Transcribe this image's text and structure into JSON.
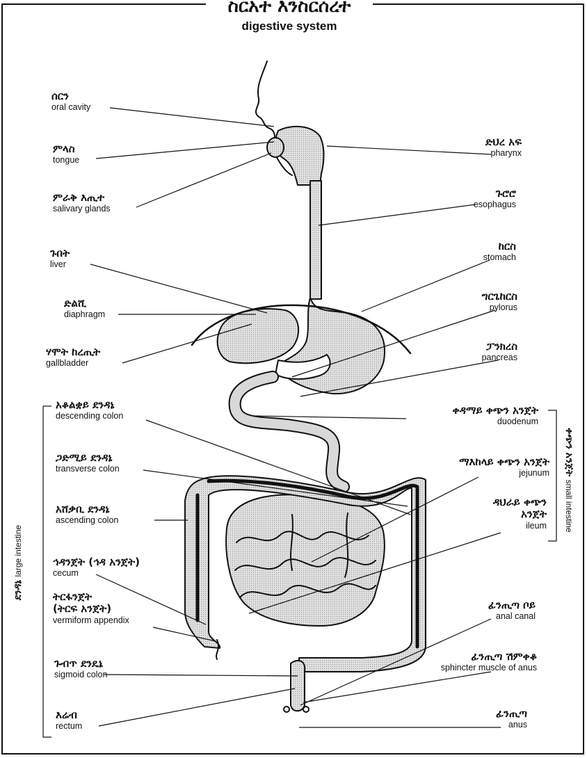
{
  "title": {
    "amharic": "ስርአተ እንስርሰረተ",
    "english": "digestive system"
  },
  "labels": {
    "oral_cavity": {
      "am": "ሰርን",
      "en": "oral cavity"
    },
    "tongue": {
      "am": "ምላስ",
      "en": "tongue"
    },
    "salivary_glands": {
      "am": "ምራቅ እጢተ",
      "en": "salivary glands"
    },
    "liver": {
      "am": "ጉበት",
      "en": "liver"
    },
    "diaphragm": {
      "am": "ድልሺ",
      "en": "diaphragm"
    },
    "gallbladder": {
      "am": "ሃሞት ከረጢት",
      "en": "gallbladder"
    },
    "descending_colon": {
      "am": "አቆልቋይ ደንዳኔ",
      "en": "descending colon"
    },
    "transverse_colon": {
      "am": "ጋድሚይ ደንዳኔ",
      "en": "transverse colon"
    },
    "ascending_colon": {
      "am": "አሸቃቢ ደንዳኔ",
      "en": "ascending colon"
    },
    "cecum": {
      "am": "ኅዳንጀት (ኅዳ አንጀት)",
      "en": "cecum"
    },
    "vermiform_appendix": {
      "am": "ትርፋንጀት",
      "am2": "(ትርፍ አንጀት)",
      "en": "vermiform appendix"
    },
    "sigmoid_colon": {
      "am": "ጉብጥ ደንዴኔ",
      "en": "sigmoid colon"
    },
    "rectum": {
      "am": "እሬብ",
      "en": "rectum"
    },
    "pharynx": {
      "am": "ድህረ አፍ",
      "en": "pharynx"
    },
    "esophagus": {
      "am": "ጉሮሮ",
      "en": "esophagus"
    },
    "stomach": {
      "am": "ከርስ",
      "en": "stomach"
    },
    "pylorus": {
      "am": "ግርጌከርስ",
      "en": "pylorus"
    },
    "pancreas": {
      "am": "ፓንክረስ",
      "en": "pancreas"
    },
    "duodenum": {
      "am": "ቀዳማይ ቀጭን አንጀት",
      "en": "duodenum"
    },
    "jejunum": {
      "am": "ማእከላይ ቀጭን አንጀት",
      "en": "jejunum"
    },
    "ileum": {
      "am": "ዳህራይ ቀጭን",
      "am2": "አንጀት",
      "en": "ileum"
    },
    "anal_canal": {
      "am": "ፊንጢጣ ቦይ",
      "en": "anal canal"
    },
    "sphincter": {
      "am": "ፊንጢጣ ሽምቀቆ",
      "en": "sphincter muscle of anus"
    },
    "anus": {
      "am": "ፊንጢጣ",
      "en": "anus"
    }
  },
  "groups": {
    "small_intestine": {
      "am": "ቀጭን አንጀት",
      "en": "small intestine"
    },
    "large_intestine": {
      "am": "ደንዳኔ",
      "en": "large intestine"
    }
  },
  "colors": {
    "organ_fill": "#d9d9d9",
    "ink": "#111111"
  }
}
